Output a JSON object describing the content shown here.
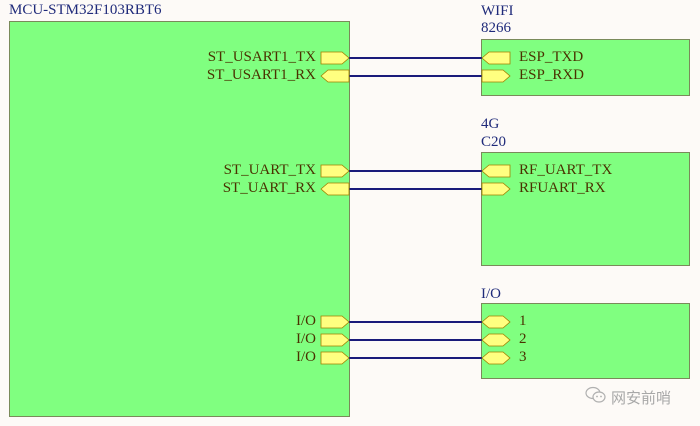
{
  "colors": {
    "block_fill": "#80ff80",
    "block_border": "#7a8a5a",
    "port_fill": "#ffff80",
    "port_border": "#a08000",
    "wire": "#1a1a7a",
    "title_text": "#1f2a7a",
    "pin_text": "#4a3200"
  },
  "blocks": {
    "mcu": {
      "title": "MCU-STM32F103RBT6",
      "pins": [
        {
          "label": "ST_USART1_TX",
          "direction": "output"
        },
        {
          "label": "ST_USART1_RX",
          "direction": "input"
        },
        {
          "label": "ST_UART_TX",
          "direction": "output"
        },
        {
          "label": "ST_UART_RX",
          "direction": "input"
        },
        {
          "label": "I/O",
          "direction": "output"
        },
        {
          "label": "I/O",
          "direction": "output"
        },
        {
          "label": "I/O",
          "direction": "output"
        }
      ]
    },
    "wifi": {
      "title_line1": "WIFI",
      "title_line2": "8266",
      "pins": [
        {
          "label": "ESP_TXD",
          "direction": "output"
        },
        {
          "label": "ESP_RXD",
          "direction": "input"
        }
      ]
    },
    "lte": {
      "title_line1": "4G",
      "title_line2": "C20",
      "pins": [
        {
          "label": "RF_UART_TX",
          "direction": "output"
        },
        {
          "label": "RFUART_RX",
          "direction": "input"
        }
      ]
    },
    "io": {
      "title": "I/O",
      "pins": [
        {
          "label": "1",
          "direction": "bidirectional"
        },
        {
          "label": "2",
          "direction": "bidirectional"
        },
        {
          "label": "3",
          "direction": "bidirectional"
        }
      ]
    }
  },
  "connections": [
    {
      "from": "ST_USART1_TX",
      "to": "ESP_TXD"
    },
    {
      "from": "ST_USART1_RX",
      "to": "ESP_RXD"
    },
    {
      "from": "ST_UART_TX",
      "to": "RF_UART_TX"
    },
    {
      "from": "ST_UART_RX",
      "to": "RFUART_RX"
    },
    {
      "from": "I/O",
      "to": "1"
    },
    {
      "from": "I/O",
      "to": "2"
    },
    {
      "from": "I/O",
      "to": "3"
    }
  ],
  "watermark": {
    "icon": "wechat-icon",
    "text": "网安前哨"
  }
}
